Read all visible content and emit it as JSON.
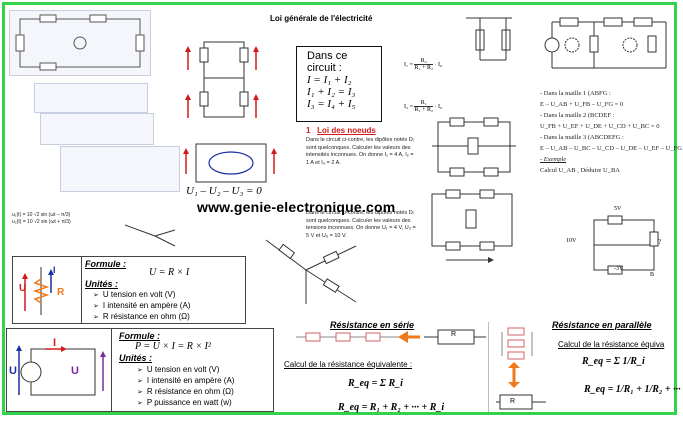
{
  "header": {
    "title": "Loi générale de l'électricité",
    "site_url": "www.genie-electronique.com"
  },
  "kirchhoff": {
    "box_lines": [
      "Dans ce",
      "circuit :",
      "I = I₁ + I₂",
      "I₁ + I₂ = I₃",
      "I₃ = I₄ + I₅"
    ],
    "section_number": "1",
    "section_title": "Loi des noeuds",
    "body1": "Dans le circuit ci-contre, les dipôles notés Dᵢ sont quelconques. Calculer les valeurs des intensités inconnues. On donne I₁ = 4 A, I₂ = 1 A et I₃ = 2 A.",
    "body2": "Dans le circuit ci-contre, les dipôles notés Dᵢ sont quelconques. Calculer les valeurs des tensions inconnues. On donne U₁ = 4 V, U₃ = 5 V et U₆ = 10 V."
  },
  "mesh_law": {
    "lines": [
      "- Dans la maille 1 (ABFG :",
      "E – U_AB + U_FB – U_FG = 0",
      "- Dans la maille 2 (BCDEF :",
      "U_FB + U_EF + U_DE + U_CD + U_BC = 0",
      "- Dans la maille 3 (ABCDEFG :",
      "E – U_AB – U_BC – U_CD – U_DE – U_EF – U_FG",
      "- Exemple",
      "Calcul U_AB , Déduire U_BA"
    ]
  },
  "divider": {
    "eq1_left": "I₁ =",
    "eq1_num": "R₂",
    "eq1_den": "R₁ + R₂",
    "eq1_right": "· I₀",
    "eq2_left": "I₂ =",
    "eq2_num": "R₁",
    "eq2_den": "R₁ + R₂",
    "eq2_right": "· I₀"
  },
  "loop_equation": "U₁ – U₂ – U₃ = 0",
  "sinus": {
    "line1": "u₁(t) = 10 √2 sin (ωt – π/3)",
    "line2": "u₂(t) = 10 √2 sin (ωt + π/3)"
  },
  "ohm": {
    "formula_label": "Formule :",
    "formula": "U = R × I",
    "units_label": "Unités :",
    "units": [
      "U tension en volt       (V)",
      "I   intensité en ampère (A)",
      "R   résistance en ohm   (Ω)"
    ],
    "label_u": "U",
    "label_i": "I",
    "label_r": "R"
  },
  "power": {
    "formula_label": "Formule :",
    "formula": "P = U × I = R × I²",
    "units_label": "Unités :",
    "units": [
      "U   tension en volt          (V)",
      "I   intensité en ampère (A)",
      "R   résistance en ohm    (Ω)",
      "P   puissance en watt     (w)"
    ],
    "label_u_left": "U",
    "label_i": "I",
    "label_u_right": "U"
  },
  "series": {
    "title": "Résistance en série",
    "subtitle": "Calcul de la résistance équivalente :",
    "formula_lhs": "R_eq = Σ R_i",
    "formula_line": "R_eq = R₁ + R₂ + ··· + R_i",
    "resistor_label": "R"
  },
  "parallel": {
    "title": "Résistance en parallèle",
    "subtitle": "Calcul de la résistance équiva",
    "formula_lhs": "R_eq = Σ 1/R_i",
    "formula_line": "R_eq = 1/R₁ + 1/R₂ + ···",
    "resistor_label": "R"
  },
  "example_circuit": {
    "v1": "5V",
    "v2": "10V",
    "v3": "-3V",
    "node": "B",
    "q": "?"
  },
  "colors": {
    "frame": "#32d24a",
    "red": "#d21919",
    "blue": "#1a2fa0",
    "orange": "#f07a1a"
  }
}
